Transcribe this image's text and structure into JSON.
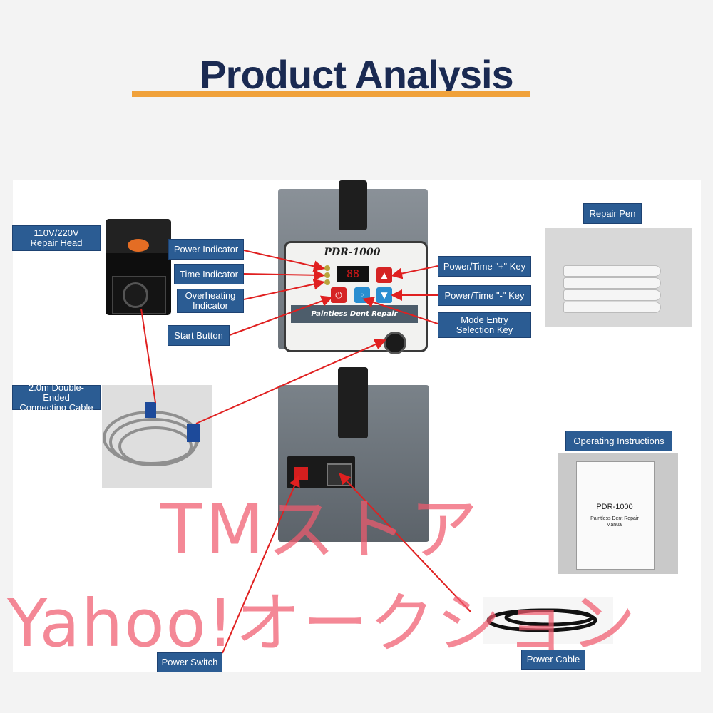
{
  "header": {
    "title": "Product Analysis",
    "accent_color": "#f0a13a",
    "title_color": "#1a2a52"
  },
  "machine": {
    "model": "PDR-1000",
    "front_label": "Paintless Dent Repair",
    "display_value": "88"
  },
  "labels": {
    "repair_head": "110V/220V\nRepair Head",
    "power_indicator": "Power Indicator",
    "time_indicator": "Time Indicator",
    "overheating_indicator": "Overheating\nIndicator",
    "start_button": "Start Button",
    "cable": "2.0m Double-Ended\nConnecting Cable",
    "plus_key": "Power/Time \"+\" Key",
    "minus_key": "Power/Time \"-\" Key",
    "mode_key": "Mode Entry\nSelection Key",
    "repair_pen": "Repair Pen",
    "instructions": "Operating Instructions",
    "power_switch": "Power Switch",
    "power_cable": "Power Cable"
  },
  "manual": {
    "model": "PDR-1000",
    "subtitle": "Paintless Dent Repair",
    "subtitle2": "Manual"
  },
  "watermark": {
    "line1": "TMストア",
    "line2": "Yahoo!オークション"
  },
  "colors": {
    "label_bg": "#2b5c93",
    "arrow": "#e02020"
  }
}
